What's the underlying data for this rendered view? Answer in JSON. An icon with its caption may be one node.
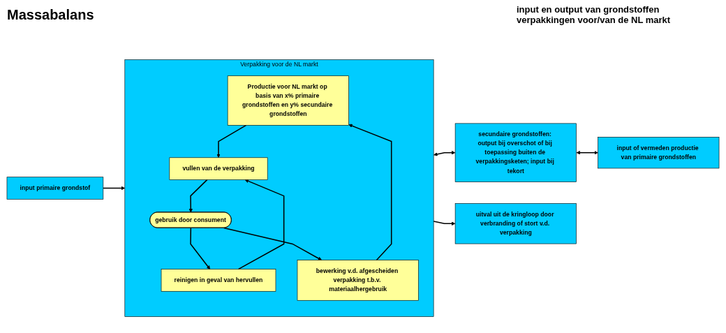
{
  "diagram": {
    "title": "Massabalans",
    "nodes": [
      {
        "text": [
          "Verpakking voor de NL markt"
        ]
      },
      {
        "text": [
          "Productie voor NL markt op basis van x% primaire grondstoffen en y% secundaire grondstoffen"
        ],
        "in": 0
      },
      {
        "text": [
          "vullen van de verpakking"
        ],
        "in": 0
      },
      {
        "text": [
          "reinigen in geval van hervullen"
        ],
        "in": 0
      },
      {
        "text": [
          "gebruik door consument"
        ],
        "in": 0
      },
      {
        "text": [
          "bewerking v.d. afgescheiden verpakking t.b.v. materiaalhergebruik"
        ],
        "in": 0
      },
      {
        "text": [
          "input primaire grondstof"
        ]
      },
      {
        "text": [
          "secundaire grondstoffen: output bij overschot of bij toepassing buiten de verpakkingsketen; input bij tekort"
        ]
      },
      {
        "text": [
          "input of vermeden productie van primaire grondstoffen"
        ]
      },
      {
        "text": [
          "uitval uit de kringloop door verbranding of stort v.d. verpakking"
        ]
      }
    ],
    "edges": [
      {
        "from": 1,
        "to": 2,
        "arrow": "to"
      },
      {
        "from": 3,
        "to": 2,
        "arrow": "to"
      },
      {
        "from": 2,
        "to": 4,
        "arrow": "to"
      },
      {
        "from": 4,
        "to": 3,
        "arrow": "to"
      },
      {
        "from": 4,
        "to": 5,
        "arrow": "to"
      },
      {
        "from": 5,
        "to": 1,
        "arrow": "to"
      },
      {
        "from": 6,
        "to": 0,
        "arrow": "to"
      },
      {
        "from": 0,
        "to": 7,
        "arrow": "both"
      },
      {
        "from": 7,
        "to": 8,
        "arrow": "both"
      },
      {
        "from": 0,
        "to": 9,
        "arrow": "to"
      }
    ],
    "labels": [
      "input en output van grondstoffen verpakkingen voor/van de NL markt"
    ]
  }
}
